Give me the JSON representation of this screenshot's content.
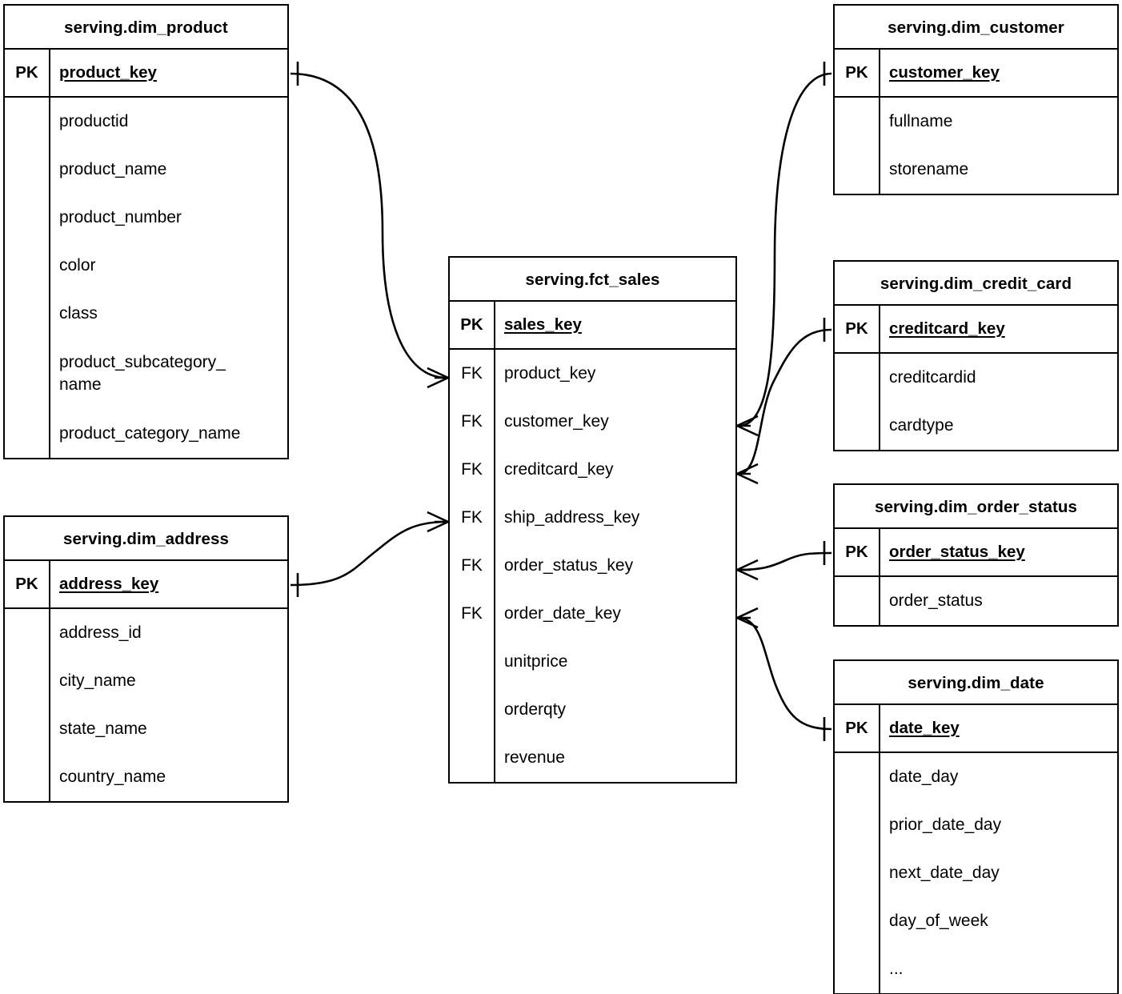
{
  "diagram": {
    "type": "entity-relationship-diagram",
    "notation": "crow's-foot",
    "background_color": "#ffffff",
    "line_color": "#000000"
  },
  "entities": [
    {
      "id": "dim_product",
      "name": "serving.dim_product",
      "pk_label": "PK",
      "pk_field": "product_key",
      "attributes": [
        {
          "key": "",
          "name": "productid"
        },
        {
          "key": "",
          "name": "product_name"
        },
        {
          "key": "",
          "name": "product_number"
        },
        {
          "key": "",
          "name": "color"
        },
        {
          "key": "",
          "name": "class"
        },
        {
          "key": "",
          "name": "product_subcategory_",
          "name2": "name"
        },
        {
          "key": "",
          "name": "product_category_name"
        }
      ]
    },
    {
      "id": "dim_address",
      "name": "serving.dim_address",
      "pk_label": "PK",
      "pk_field": "address_key",
      "attributes": [
        {
          "key": "",
          "name": "address_id"
        },
        {
          "key": "",
          "name": "city_name"
        },
        {
          "key": "",
          "name": "state_name"
        },
        {
          "key": "",
          "name": "country_name"
        }
      ]
    },
    {
      "id": "fct_sales",
      "name": "serving.fct_sales",
      "pk_label": "PK",
      "pk_field": "sales_key",
      "attributes": [
        {
          "key": "FK",
          "name": "product_key"
        },
        {
          "key": "FK",
          "name": "customer_key"
        },
        {
          "key": "FK",
          "name": "creditcard_key"
        },
        {
          "key": "FK",
          "name": "ship_address_key"
        },
        {
          "key": "FK",
          "name": "order_status_key"
        },
        {
          "key": "FK",
          "name": "order_date_key"
        },
        {
          "key": "",
          "name": "unitprice"
        },
        {
          "key": "",
          "name": "orderqty"
        },
        {
          "key": "",
          "name": "revenue"
        }
      ]
    },
    {
      "id": "dim_customer",
      "name": "serving.dim_customer",
      "pk_label": "PK",
      "pk_field": "customer_key",
      "attributes": [
        {
          "key": "",
          "name": "fullname"
        },
        {
          "key": "",
          "name": "storename"
        }
      ]
    },
    {
      "id": "dim_credit_card",
      "name": "serving.dim_credit_card",
      "pk_label": "PK",
      "pk_field": "creditcard_key",
      "attributes": [
        {
          "key": "",
          "name": "creditcardid"
        },
        {
          "key": "",
          "name": "cardtype"
        }
      ]
    },
    {
      "id": "dim_order_status",
      "name": "serving.dim_order_status",
      "pk_label": "PK",
      "pk_field": "order_status_key",
      "attributes": [
        {
          "key": "",
          "name": "order_status"
        }
      ]
    },
    {
      "id": "dim_date",
      "name": "serving.dim_date",
      "pk_label": "PK",
      "pk_field": "date_key",
      "attributes": [
        {
          "key": "",
          "name": "date_day"
        },
        {
          "key": "",
          "name": "prior_date_day"
        },
        {
          "key": "",
          "name": "next_date_day"
        },
        {
          "key": "",
          "name": "day_of_week"
        },
        {
          "key": "",
          "name": "..."
        }
      ]
    }
  ],
  "relationships": [
    {
      "id": "rel-product",
      "from": "dim_product.product_key",
      "to": "fct_sales.product_key",
      "from_cardinality": "one",
      "to_cardinality": "many"
    },
    {
      "id": "rel-address",
      "from": "dim_address.address_key",
      "to": "fct_sales.ship_address_key",
      "from_cardinality": "one",
      "to_cardinality": "many"
    },
    {
      "id": "rel-customer",
      "from": "dim_customer.customer_key",
      "to": "fct_sales.customer_key",
      "from_cardinality": "one",
      "to_cardinality": "many"
    },
    {
      "id": "rel-credit-card",
      "from": "dim_credit_card.creditcard_key",
      "to": "fct_sales.creditcard_key",
      "from_cardinality": "one",
      "to_cardinality": "many"
    },
    {
      "id": "rel-order-status",
      "from": "dim_order_status.order_status_key",
      "to": "fct_sales.order_status_key",
      "from_cardinality": "one",
      "to_cardinality": "many"
    },
    {
      "id": "rel-date",
      "from": "dim_date.date_key",
      "to": "fct_sales.order_date_key",
      "from_cardinality": "one",
      "to_cardinality": "many"
    }
  ]
}
